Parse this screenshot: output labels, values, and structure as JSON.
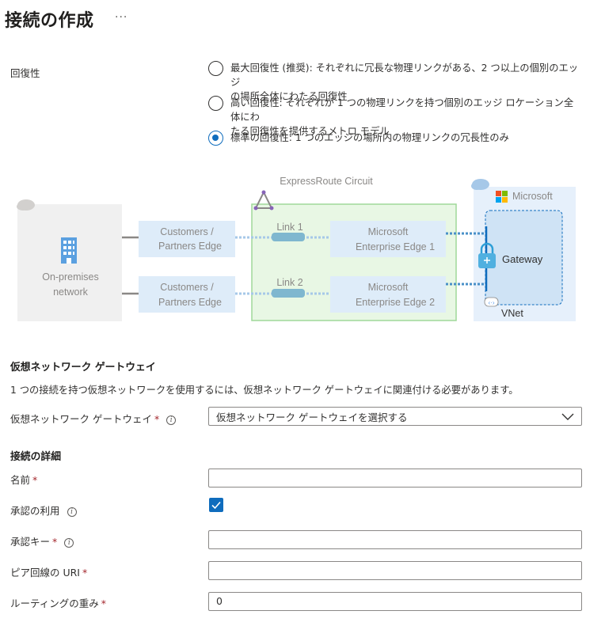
{
  "page": {
    "title": "接続の作成",
    "more_label": "···"
  },
  "resiliency": {
    "label": "回復性",
    "options": [
      {
        "line1": "最大回復性 (推奨): それぞれに冗長な物理リンクがある、2 つ以上の個別のエッジ",
        "line2": "の場所全体にわたる回復性",
        "checked": false
      },
      {
        "line1": "高い回復性: それぞれが 1 つの物理リンクを持つ個別のエッジ ロケーション全体にわ",
        "line2": "たる回復性を提供するメトロ モデル",
        "checked": false
      },
      {
        "line1": "標準の回復性: 1 つのエッジの場所内の物理リンクの冗長性のみ",
        "line2": "",
        "checked": true
      }
    ]
  },
  "diagram": {
    "circuit_label": "ExpressRoute Circuit",
    "microsoft_label": "Microsoft",
    "onprem_line1": "On-premises",
    "onprem_line2": "network",
    "cust_edge_1_line1": "Customers /",
    "cust_edge_1_line2": "Partners Edge",
    "cust_edge_2_line1": "Customers /",
    "cust_edge_2_line2": "Partners Edge",
    "link1": "Link 1",
    "link2": "Link 2",
    "ms_edge_1_line1": "Microsoft",
    "ms_edge_1_line2": "Enterprise Edge 1",
    "ms_edge_2_line1": "Microsoft",
    "ms_edge_2_line2": "Enterprise Edge 2",
    "gateway": "Gateway",
    "vnet": "VNet",
    "colors": {
      "circuit_fill": "#e8f7e4",
      "circuit_border": "#9fd89a",
      "edge_fill": "#deecf9",
      "ms_fill": "#e6f0fb",
      "onprem_fill": "#f0f0f0"
    }
  },
  "gateway_section": {
    "heading": "仮想ネットワーク ゲートウェイ",
    "description": "1 つの接続を持つ仮想ネットワークを使用するには、仮想ネットワーク ゲートウェイに関連付ける必要があります。",
    "field_label": "仮想ネットワーク ゲートウェイ",
    "select_value": "仮想ネットワーク ゲートウェイを選択する"
  },
  "details": {
    "heading": "接続の詳細",
    "name_label": "名前",
    "name_value": "",
    "use_auth_label": "承認の利用",
    "use_auth_checked": true,
    "auth_key_label": "承認キー",
    "auth_key_value": "",
    "peer_uri_label": "ピア回線の URI",
    "peer_uri_value": "",
    "routing_weight_label": "ルーティングの重み",
    "routing_weight_value": "0"
  },
  "accent_color": "#0f6cbd",
  "required_color": "#a4262c"
}
